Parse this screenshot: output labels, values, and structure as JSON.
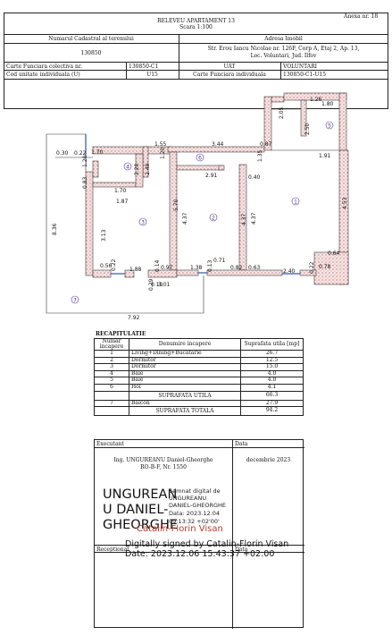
{
  "header": {
    "annex": "Anexa nr. 18",
    "title": "RELEVEU   APARTAMENT 13",
    "scale": "Scara 1:100",
    "cadastral_label": "Numarul Cadastral al terenului",
    "cadastral_value": "130850",
    "address_label": "Adresa Imobil",
    "address_line1": "Str. Erou Iancu Nicolae nr. 126F, Corp A, Etaj 2, Ap. 13,",
    "address_line2": "Loc. Voluntari, Jud. Ilfov",
    "cf_colectiva_label": "Carte Funciara colectiva nr.",
    "cf_colectiva_value": "130850-C1",
    "uat_label": "UAT",
    "uat_value": "VOLUNTARI",
    "cod_unitate_label": "Cod unitate individuala (U)",
    "cod_unitate_value": "U15",
    "cf_individuala_label": "Carte Funciara individuala",
    "cf_individuala_value": "130850-C1-U15"
  },
  "plan": {
    "room_numbers": [
      "1",
      "2",
      "3",
      "4",
      "5",
      "6",
      "7"
    ],
    "dims": {
      "d_126": "1.26",
      "d_180": "1.80",
      "d_250": "2.50",
      "d_205": "2.05",
      "d_191": "1.91",
      "d_030": "0.30",
      "d_022a": "0.22",
      "d_170a": "1.70",
      "d_155": "1.55",
      "d_344": "3.44",
      "d_087": "0.87",
      "d_120a": "1.20",
      "d_220": "2.20",
      "d_249": "2.49",
      "d_120b": "1.20",
      "d_135": "1.35",
      "d_291": "2.91",
      "d_040": "0.40",
      "d_083": "0.83",
      "d_170b": "1.70",
      "d_187": "1.87",
      "d_836": "8.36",
      "d_570": "5.70",
      "d_437a": "4.37",
      "d_437b": "4.37",
      "d_437c": "4.37",
      "d_453": "4.53",
      "d_313": "3.13",
      "d_064": "0.64",
      "d_056": "0.56",
      "d_022b": "0.22",
      "d_188": "1.88",
      "d_014": "0.14",
      "d_097": "0.97",
      "d_138": "1.38",
      "d_013": "0.13",
      "d_071": "0.71",
      "d_082": "0.82",
      "d_063": "0.63",
      "d_240": "2.40",
      "d_022c": "0.22",
      "d_078": "0.78",
      "d_029": "0.29",
      "d_010": "0.10",
      "d_301": "3.01",
      "d_792": "7.92"
    }
  },
  "recap": {
    "title": "RECAPITULATIE",
    "col_nr": "Numar incapere",
    "col_name": "Denumire incapere",
    "col_area": "Suprafata utila [mp]",
    "rows": [
      {
        "nr": "1",
        "name": "Living+Dining+Bucatarie",
        "area": "26.7"
      },
      {
        "nr": "2",
        "name": "Dormitor",
        "area": "12.5"
      },
      {
        "nr": "3",
        "name": "Dormitor",
        "area": "15.0"
      },
      {
        "nr": "4",
        "name": "Baie",
        "area": "4.0"
      },
      {
        "nr": "5",
        "name": "Baie",
        "area": "4.0"
      },
      {
        "nr": "6",
        "name": "Hol",
        "area": "4.1"
      }
    ],
    "util_label": "SUPRAFATA UTILA",
    "util_value": "66.3",
    "balcon_nr": "7",
    "balcon_label": "Balcon",
    "balcon_value": "27.9",
    "total_label": "SUPRAFATA TOTALA",
    "total_value": "94.2"
  },
  "footer": {
    "executant_label": "Executant",
    "data_label": "Data",
    "engineer_line1": "Ing. UNGUREANU Daniel-Gheorghe",
    "engineer_line2": "RO-B-F, Nr. 1550",
    "date_value": "decembrie 2023",
    "receptionat_label": "Receptionat",
    "data_label2": "Data",
    "sig_name_1": "UNGUREAN",
    "sig_name_2": "U DANIEL-",
    "sig_name_3": "GHEORGHE",
    "sig_info_1": "Semnat digital de",
    "sig_info_2": "UNGUREANU",
    "sig_info_3": "DANIEL-GHEORGHE",
    "sig_info_4": "Data: 2023.12.04",
    "sig_info_5": "09:13:32 +02'00'",
    "sig_red_name": "Catalin-Florin Visan",
    "digital_line1": "Digitally signed by Catalin-Florin Visan",
    "digital_line2": "Date: 2023.12.06 15:43:37 +02:00"
  }
}
